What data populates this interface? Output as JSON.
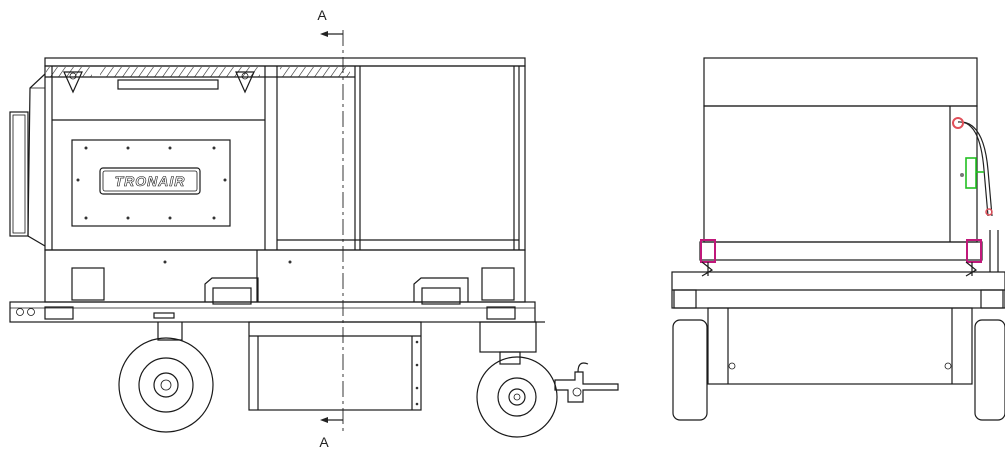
{
  "section_marker": {
    "top_label": "A",
    "bottom_label": "A"
  },
  "brand": {
    "text": "TRONAIR"
  },
  "colors": {
    "accent_red": "#e0505a",
    "accent_magenta": "#c0187a",
    "accent_green": "#22c022",
    "accent_blue": "#3070d0"
  }
}
